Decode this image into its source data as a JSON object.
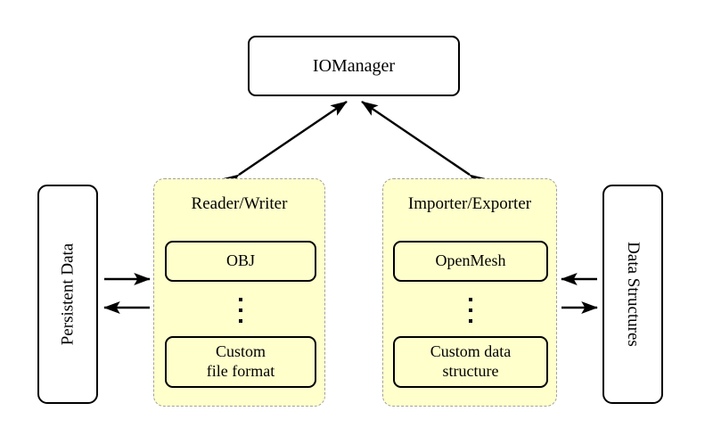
{
  "diagram": {
    "title_node": {
      "label": "IOManager"
    },
    "left_side_box": {
      "label": "Persistent Data",
      "orientation": "rotated-up"
    },
    "right_side_box": {
      "label": "Data Structures",
      "orientation": "rotated-down"
    },
    "groups": [
      {
        "id": "reader-writer",
        "title": "Reader/Writer",
        "items": [
          {
            "label": "OBJ"
          },
          {
            "label": "⋮"
          },
          {
            "label": "Custom\nfile format",
            "line1": "Custom",
            "line2": "file format"
          }
        ]
      },
      {
        "id": "importer-exporter",
        "title": "Importer/Exporter",
        "items": [
          {
            "label": "OpenMesh"
          },
          {
            "label": "⋮"
          },
          {
            "label": "Custom data\nstructure",
            "line1": "Custom data",
            "line2": "structure"
          }
        ]
      }
    ],
    "connections": [
      {
        "from": "IOManager",
        "to": "Reader/Writer",
        "style": "double-headed-diagonal"
      },
      {
        "from": "IOManager",
        "to": "Importer/Exporter",
        "style": "double-headed-diagonal"
      },
      {
        "from": "Persistent Data",
        "to": "Reader/Writer",
        "style": "single-arrow-right"
      },
      {
        "from": "Reader/Writer",
        "to": "Persistent Data",
        "style": "single-arrow-left"
      },
      {
        "from": "Data Structures",
        "to": "Importer/Exporter",
        "style": "single-arrow-left"
      },
      {
        "from": "Importer/Exporter",
        "to": "Data Structures",
        "style": "single-arrow-right"
      }
    ],
    "colors": {
      "group_fill": "#FFFFCC",
      "group_border": "#A0A0A0",
      "node_border": "#000000",
      "node_fill": "#FFFFFF",
      "background": "#FFFFFF",
      "arrow": "#000000"
    }
  }
}
